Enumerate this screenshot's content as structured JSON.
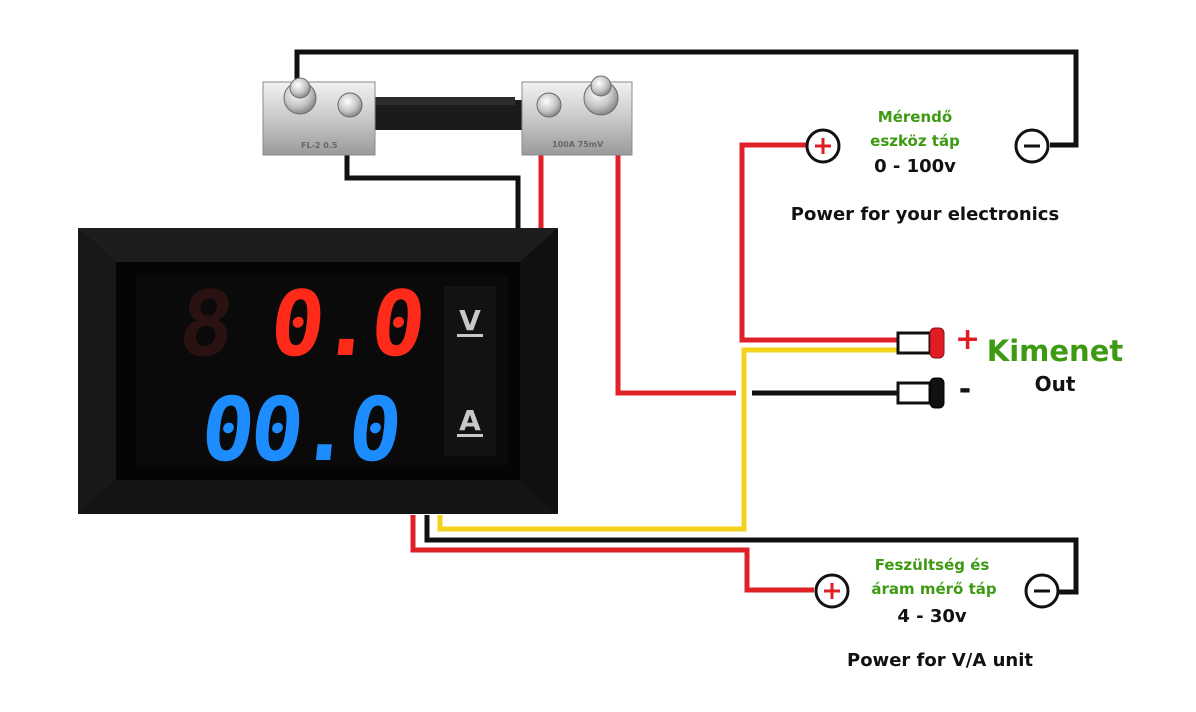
{
  "colors": {
    "wire_black": "#111111",
    "wire_red": "#e02228",
    "wire_yellow": "#f4d21c",
    "label_green": "#3e9a12",
    "volt_led": "#ff2a1a",
    "amp_led": "#1c8cff"
  },
  "shunt": {
    "left_marking": "FL-2 0.5",
    "right_marking": "100A 75mV"
  },
  "meter": {
    "voltage_reading": "0.0",
    "current_reading": "00.0",
    "voltage_unit": "V",
    "current_unit": "A"
  },
  "measured_supply": {
    "label_line1": "Mérendő",
    "label_line2": "eszköz táp",
    "range": "0 - 100v",
    "description": "Power for your electronics"
  },
  "output": {
    "plus_sign": "+",
    "minus_sign": "-",
    "label": "Kimenet",
    "label_en": "Out"
  },
  "meter_supply": {
    "label_line1": "Feszültség és",
    "label_line2": "áram mérő táp",
    "range": "4 - 30v",
    "description": "Power  for V/A unit"
  }
}
